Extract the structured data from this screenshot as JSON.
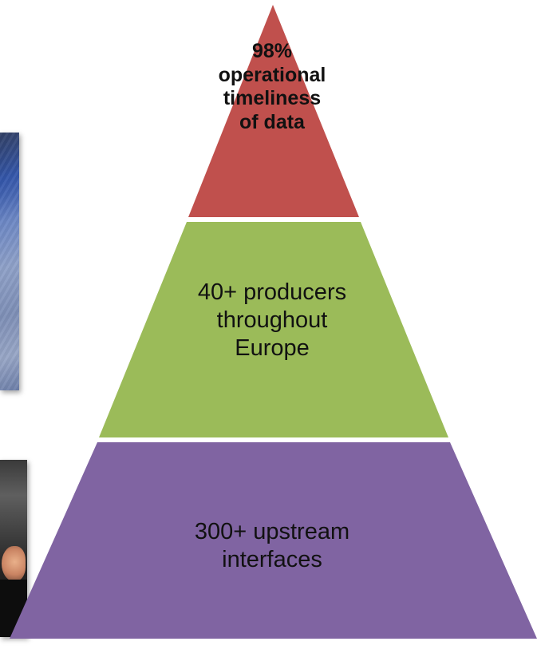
{
  "pyramid": {
    "tiers": [
      {
        "id": "top",
        "color": "#c0504d",
        "lines": [
          "98%",
          "operational",
          "timeliness",
          "of data"
        ]
      },
      {
        "id": "middle",
        "color": "#9bbb59",
        "lines": [
          "40+ producers",
          "throughout",
          "Europe"
        ]
      },
      {
        "id": "bottom",
        "color": "#8064a2",
        "lines": [
          "300+ upstream",
          "interfaces"
        ]
      }
    ]
  },
  "photos": [
    {
      "id": "top-photo",
      "subject": "data-center-icon"
    },
    {
      "id": "bottom-photo",
      "subject": "person-icon"
    }
  ]
}
